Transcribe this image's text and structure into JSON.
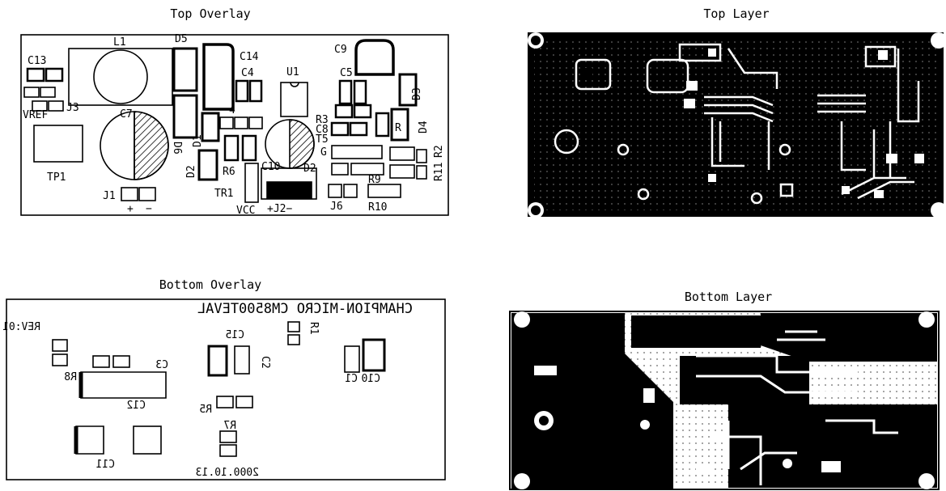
{
  "panels": {
    "top_overlay": "Top Overlay",
    "top_layer": "Top Layer",
    "bottom_overlay": "Bottom Overlay",
    "bottom_layer": "Bottom Layer"
  },
  "top_overlay_labels": {
    "l1": "L1",
    "d5": "D5",
    "c14": "C14",
    "c13": "C13",
    "c4": "C4",
    "u1": "U1",
    "c9": "C9",
    "c5": "C5",
    "d3": "D3",
    "d4": "D4",
    "c7": "C7",
    "vref": "VREF",
    "j3": "J3",
    "tp1": "TP1",
    "j1": "J1",
    "plus": "+",
    "minus": "−",
    "d6": "D6",
    "d1": "D1",
    "d2": "D2",
    "r6": "R6",
    "tr1": "TR1",
    "c10": "C10",
    "d2b": "D2",
    "r3": "R3",
    "c8": "C8",
    "t5": "T5",
    "g": "G",
    "r9": "R9",
    "r11": "R11",
    "r2": "R2",
    "j6": "J6",
    "r10": "R10",
    "vcc": "VCC",
    "j2": "+J2−",
    "r": "R",
    "t": "4"
  },
  "bottom_overlay_labels": {
    "board_name": "CHAMPION-MICRO CM8500TEVAL",
    "rev": "REV:01",
    "date": "2000.10.13",
    "c15": "C15",
    "c3": "C3",
    "c2": "C2",
    "r1": "R1",
    "r8": "R8",
    "c12": "C12",
    "c1": "C1",
    "c10": "C10",
    "r5": "R5",
    "r7": "R7",
    "c11": "C11"
  }
}
